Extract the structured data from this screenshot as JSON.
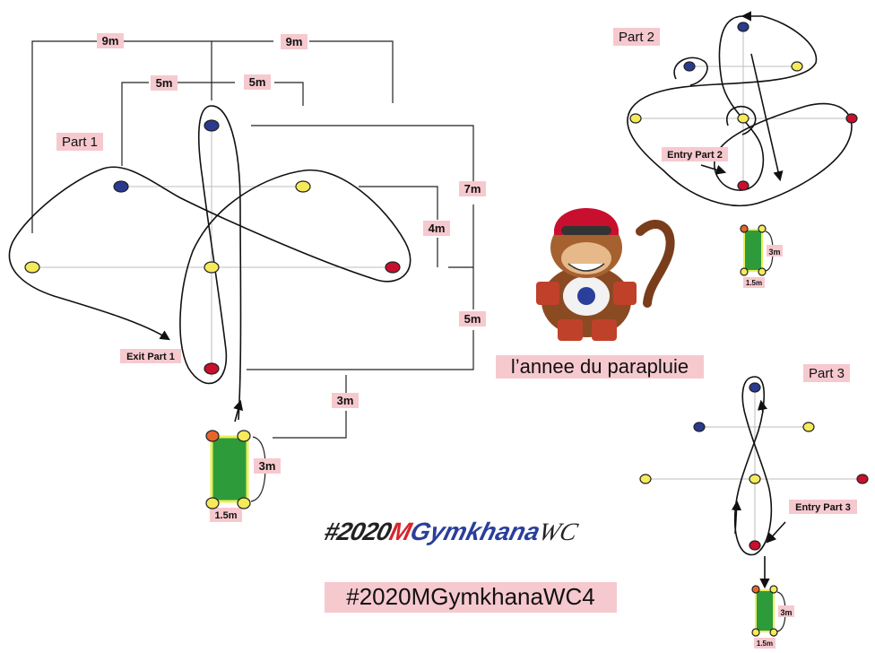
{
  "parts": {
    "part1": "Part 1",
    "part2": "Part 2",
    "part3": "Part 3",
    "exit_part1": "Exit Part 1",
    "entry_part2": "Entry Part 2",
    "entry_part3": "Entry Part 3"
  },
  "dimensions": {
    "top_left_9m": "9m",
    "top_right_9m": "9m",
    "left_5m": "5m",
    "mid_5m": "5m",
    "right_7m": "7m",
    "right_4m": "4m",
    "right_5m": "5m",
    "bottom_3m": "3m",
    "box_3m": "3m",
    "box_1_5m": "1.5m",
    "p2_box_3m": "3m",
    "p2_box_1_5m": "1.5m",
    "p3_box_3m": "3m",
    "p3_box_1_5m": "1.5m"
  },
  "mascot_caption": "l’annee du parapluie",
  "logo": {
    "prefix": "#2020",
    "m": "M",
    "gymkhana": "Gymkhana",
    "wc": "WC"
  },
  "hashtag": "#2020MGymkhanaWC4",
  "colors": {
    "yellow_cone": "#f5ea5a",
    "blue_cone": "#2a3a8f",
    "red_cone": "#c8102e",
    "orange_cone": "#e8642c",
    "start_box": "#2e9b3b",
    "start_box_border": "#e8f05a",
    "label_bg": "#f6c9cf"
  }
}
